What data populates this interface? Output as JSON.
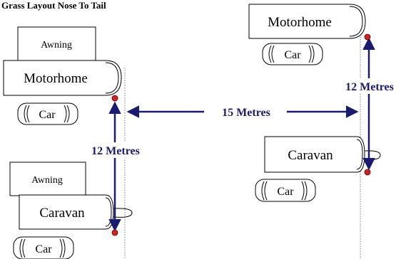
{
  "title": "Grass Layout Nose To Tail",
  "labels": {
    "awning": "Awning",
    "motorhome": "Motorhome",
    "caravan": "Caravan",
    "car": "Car"
  },
  "dimensions": {
    "left_spacing": "12 Metres",
    "right_spacing": "12 Metres",
    "row_spacing": "15 Metres"
  },
  "colors": {
    "arrow": "#1a1a6e",
    "marker": "#d42020",
    "outline": "#000000",
    "guide_line": "#777777"
  }
}
